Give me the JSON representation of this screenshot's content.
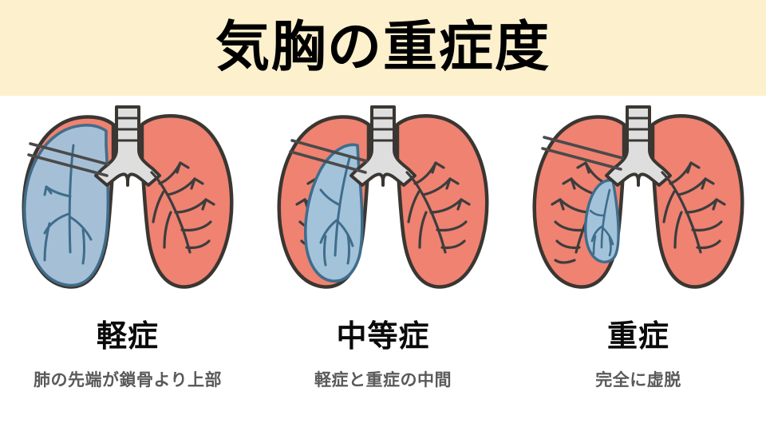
{
  "header": {
    "title": "気胸の重症度",
    "background_color": "#fdf0cd",
    "title_color": "#000000"
  },
  "colors": {
    "lung_healthy": "#ef8271",
    "lung_collapsed": "#a3c3da",
    "outline": "#3a3632",
    "bronchi": "#3d3d3d",
    "trachea": "#dedede",
    "clavicle": "#4a4a4a",
    "page_background": "#ffffff",
    "label_text": "#0a0a0a",
    "description_text": "#5a5a5a"
  },
  "panels": [
    {
      "id": "mild",
      "label": "軽症",
      "description": "肺の先端が鎖骨より上部",
      "figure": {
        "name": "lungs-mild",
        "collapsed_side": "left",
        "collapse_level": "mild",
        "collapse_fraction": 0.85,
        "clavicle_lines": 2
      }
    },
    {
      "id": "moderate",
      "label": "中等症",
      "description": "軽症と重症の中間",
      "figure": {
        "name": "lungs-moderate",
        "collapsed_side": "left",
        "collapse_level": "moderate",
        "collapse_fraction": 0.55,
        "clavicle_lines": 2
      }
    },
    {
      "id": "severe",
      "label": "重症",
      "description": "完全に虚脱",
      "figure": {
        "name": "lungs-severe",
        "collapsed_side": "left",
        "collapse_level": "severe",
        "collapse_fraction": 0.2,
        "clavicle_lines": 2
      }
    }
  ]
}
